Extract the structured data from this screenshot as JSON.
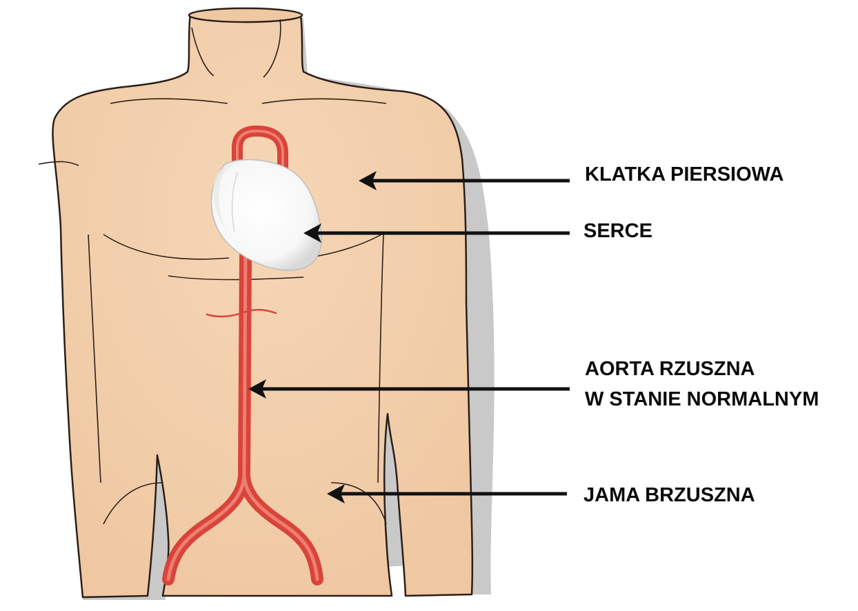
{
  "labels": {
    "chest": "KLATKA PIERSIOWA",
    "heart": "SERCE",
    "aorta_line1": "AORTA RZUSZNA",
    "aorta_line2": "W STANIE NORMALNYM",
    "abdomen": "JAMA BRZUSZNA"
  },
  "colors": {
    "skin": "#f2cfab",
    "skin_shadow": "#e6b48c",
    "outline": "#2a1e18",
    "body_shadow": "#c9c9c9",
    "aorta": "#d9443a",
    "aorta_highlight": "#ef7e72",
    "heart": "#ffffff",
    "heart_shade": "#dcdcdc",
    "arrow": "#111111",
    "text": "#0a0a0a"
  }
}
